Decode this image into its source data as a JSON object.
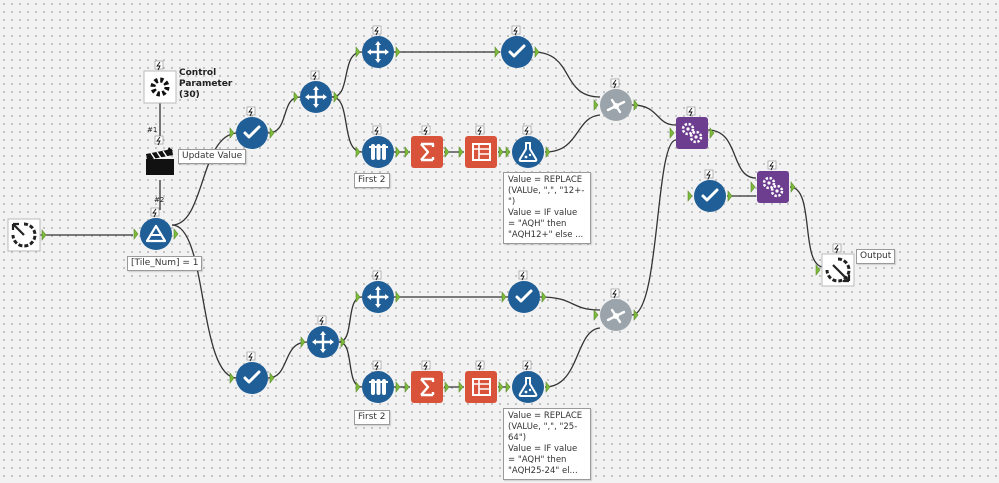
{
  "colors": {
    "canvas": "#f2f2f2",
    "blue_tool": "#1f5e96",
    "orange_tool": "#d9533a",
    "purple_tool": "#6d3d8f",
    "gray_tool": "#9aa4aa",
    "anchor": "#7dbb3a",
    "wire": "#333333"
  },
  "labels": {
    "control_parameter": "Control Parameter (30)",
    "update_value": "Update Value",
    "filter_expr": "[Tile_Num] = 1",
    "first_top": "First 2",
    "first_bottom": "First 2",
    "output": "Output",
    "conn_1": "#1",
    "conn_2": "#2"
  },
  "annotations": {
    "formula_top": "Value = REPLACE (VALUe, \",\", \"12+-\")\nValue = IF value = \"AQH\" then \"AQH12+\" else ...",
    "formula_bottom": "Value = REPLACE (VALUe, \",\", \"25-64\")\nValue = IF value = \"AQH\" then \"AQH25-24\" el..."
  },
  "tools": [
    {
      "id": "macro-input",
      "icon": "macro-input-icon",
      "kind": "macro_in"
    },
    {
      "id": "control-parameter",
      "icon": "gear-icon",
      "kind": "control"
    },
    {
      "id": "action-update",
      "icon": "clapperboard-icon",
      "kind": "action"
    },
    {
      "id": "filter",
      "icon": "filter-triangle-icon",
      "kind": "filter"
    },
    {
      "id": "select-top-1",
      "icon": "check-icon",
      "kind": "select"
    },
    {
      "id": "select-bottom-1",
      "icon": "check-icon",
      "kind": "select"
    },
    {
      "id": "sample-top-a",
      "icon": "crosshair-icon",
      "kind": "cross"
    },
    {
      "id": "sample-top-b",
      "icon": "crosshair-icon",
      "kind": "cross"
    },
    {
      "id": "select-top-2",
      "icon": "check-icon",
      "kind": "select"
    },
    {
      "id": "sample-tube-top",
      "icon": "test-tubes-icon",
      "kind": "tubes"
    },
    {
      "id": "summarize-top",
      "icon": "sigma-icon",
      "kind": "sigma"
    },
    {
      "id": "crosstab-top",
      "icon": "crosstab-icon",
      "kind": "crosstab"
    },
    {
      "id": "formula-top",
      "icon": "flask-icon",
      "kind": "flask"
    },
    {
      "id": "append-top",
      "icon": "join-icon",
      "kind": "join"
    },
    {
      "id": "union-top",
      "icon": "gears-icon",
      "kind": "gears"
    },
    {
      "id": "union-final",
      "icon": "gears-icon",
      "kind": "gears"
    },
    {
      "id": "select-side",
      "icon": "check-icon",
      "kind": "select"
    },
    {
      "id": "macro-output",
      "icon": "macro-output-icon",
      "kind": "macro_out"
    },
    {
      "id": "sample-bottom-a",
      "icon": "crosshair-icon",
      "kind": "cross"
    },
    {
      "id": "sample-bottom-b",
      "icon": "crosshair-icon",
      "kind": "cross"
    },
    {
      "id": "select-bottom-2",
      "icon": "check-icon",
      "kind": "select"
    },
    {
      "id": "sample-tube-bottom",
      "icon": "test-tubes-icon",
      "kind": "tubes"
    },
    {
      "id": "summarize-bottom",
      "icon": "sigma-icon",
      "kind": "sigma"
    },
    {
      "id": "crosstab-bottom",
      "icon": "crosstab-icon",
      "kind": "crosstab"
    },
    {
      "id": "formula-bottom",
      "icon": "flask-icon",
      "kind": "flask"
    },
    {
      "id": "append-bottom",
      "icon": "join-icon",
      "kind": "join"
    }
  ]
}
